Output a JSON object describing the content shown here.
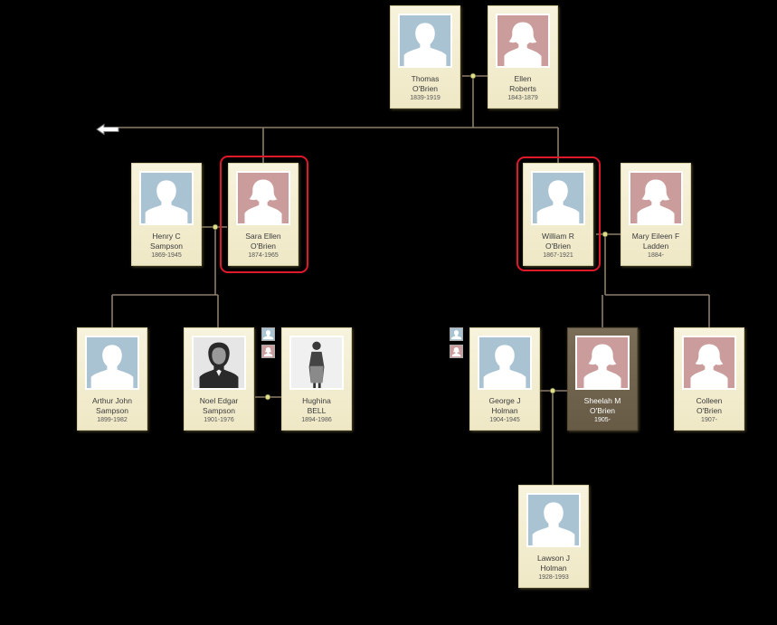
{
  "people": {
    "thomas": {
      "first": "Thomas",
      "last": "O'Brien",
      "dates": "1839-1919",
      "gender": "male"
    },
    "ellen": {
      "first": "Ellen",
      "last": "Roberts",
      "dates": "1843-1879",
      "gender": "female"
    },
    "henry": {
      "first": "Henry C",
      "last": "Sampson",
      "dates": "1869-1945",
      "gender": "male"
    },
    "sara": {
      "first": "Sara Ellen",
      "last": "O'Brien",
      "dates": "1874-1965",
      "gender": "female"
    },
    "william": {
      "first": "William R",
      "last": "O'Brien",
      "dates": "1867-1921",
      "gender": "male"
    },
    "mary": {
      "first": "Mary Eileen F",
      "last": "Ladden",
      "dates": "1884-",
      "gender": "female"
    },
    "arthur": {
      "first": "Arthur John",
      "last": "Sampson",
      "dates": "1899-1982",
      "gender": "male"
    },
    "noel": {
      "first": "Noel Edgar",
      "last": "Sampson",
      "dates": "1901-1976",
      "gender": "male"
    },
    "hughina": {
      "first": "Hughina",
      "last": "BELL",
      "dates": "1894-1986",
      "gender": "female"
    },
    "george": {
      "first": "George J",
      "last": "Holman",
      "dates": "1904-1945",
      "gender": "male"
    },
    "sheelah": {
      "first": "Sheelah M",
      "last": "O'Brien",
      "dates": "1905-",
      "gender": "female"
    },
    "colleen": {
      "first": "Colleen",
      "last": "O'Brien",
      "dates": "1907-",
      "gender": "female"
    },
    "lawson": {
      "first": "Lawson J",
      "last": "Holman",
      "dates": "1928-1993",
      "gender": "male"
    }
  },
  "highlighted": [
    "sara",
    "william"
  ],
  "selected": "sheelah",
  "colors": {
    "connector": "#8d7d6b",
    "junction_dot": "#dede86",
    "highlight": "#e0192a",
    "male_photo": "#a9c3d3",
    "female_photo": "#cb9c9c",
    "card": "#f3eed2",
    "selected_card": "#6f6350"
  },
  "icons": {
    "navigate_back": "left-arrow-icon",
    "male_silhouette": "male-silhouette-icon",
    "female_silhouette": "female-silhouette-icon",
    "other_spouse_male": "male-spouse-icon",
    "other_spouse_female": "female-spouse-icon"
  }
}
